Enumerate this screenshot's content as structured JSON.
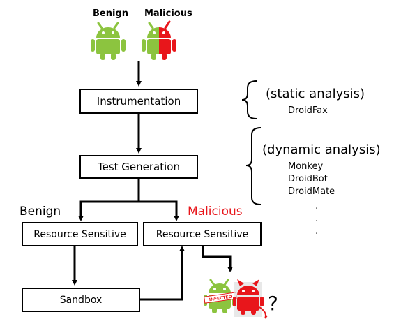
{
  "inputs": {
    "benign_label": "Benign",
    "malicious_label": "Malicious"
  },
  "steps": {
    "instrumentation": "Instrumentation",
    "test_generation": "Test Generation",
    "resource_sensitive_benign": "Resource Sensitive",
    "resource_sensitive_malicious": "Resource Sensitive",
    "sandbox": "Sandbox"
  },
  "branch_labels": {
    "benign": "Benign",
    "malicious": "Malicious"
  },
  "static_analysis": {
    "title": "(static analysis)",
    "tools": [
      "DroidFax"
    ]
  },
  "dynamic_analysis": {
    "title": "(dynamic analysis)",
    "tools": [
      "Monkey",
      "DroidBot",
      "DroidMate"
    ],
    "ellipsis": [
      ".",
      ".",
      "."
    ]
  },
  "outcome": {
    "infected_stamp": "INFECTED",
    "question_mark": "?"
  },
  "colors": {
    "android_green": "#8cc43f",
    "malicious_red": "#e8161b",
    "malicious_label": "#e8161b"
  },
  "icons": [
    "android-benign-icon",
    "android-malicious-icon",
    "android-infected-icon",
    "android-devil-icon"
  ]
}
